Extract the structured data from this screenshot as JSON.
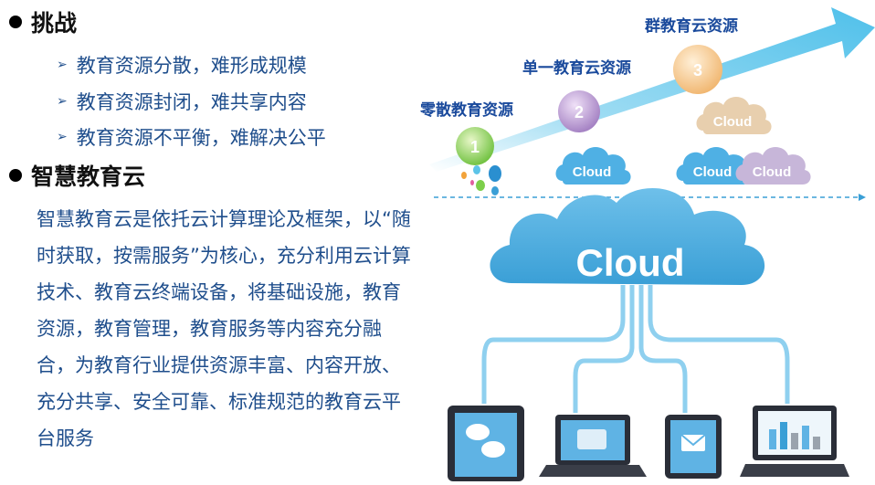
{
  "challenge": {
    "title": "挑战",
    "items": [
      "教育资源分散，难形成规模",
      "教育资源封闭，难共享内容",
      "教育资源不平衡，难解决公平"
    ]
  },
  "smart_cloud": {
    "title": "智慧教育云",
    "description": "智慧教育云是依托云计算理论及框架，以“随时获取，按需服务”为核心，充分利用云计算技术、教育云终端设备，将基础设施，教育资源，教育管理，教育服务等内容充分融合，为教育行业提供资源丰富、内容开放、充分共享、安全可靠、标准规范的教育云平台服务"
  },
  "stages": [
    {
      "number": "1",
      "label": "零散教育资源"
    },
    {
      "number": "2",
      "label": "单一教育云资源"
    },
    {
      "number": "3",
      "label": "群教育云资源"
    }
  ],
  "cloud_word": "Cloud",
  "main_cloud_word": "Cloud",
  "colors": {
    "text_blue": "#1f4e8c",
    "label_blue": "#1a4a9c",
    "cloud_blue": "#5fb3e4",
    "cloud_tan": "#e8cfae",
    "cloud_purple": "#c7b6d9",
    "arrow_cyan": "#5cc4e8"
  }
}
